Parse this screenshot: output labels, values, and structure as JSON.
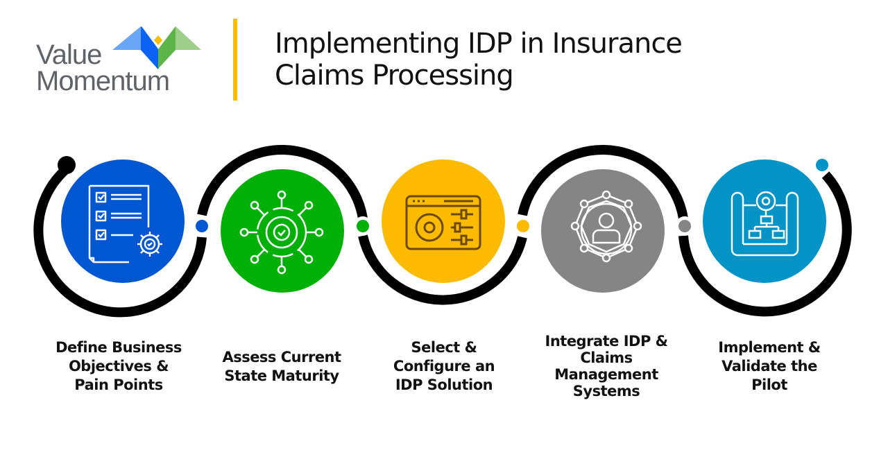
{
  "brand": {
    "line1": "Value",
    "line2": "Momentum",
    "colors": {
      "light_blue": "#6aa6f8",
      "blue": "#0b63f3",
      "yellow": "#fbbc05",
      "green": "#5db54a",
      "light_green": "#9ccf8a",
      "text": "#5f6368"
    }
  },
  "header": {
    "title_line1": "Implementing IDP in Insurance",
    "title_line2": "Claims Processing",
    "divider_color": "#fbbc05"
  },
  "steps": [
    {
      "label_lines": [
        "Define Business",
        "Objectives &",
        "Pain Points"
      ],
      "color": "#0157d1",
      "icon": "checklist-gear-icon",
      "icon_color": "#ffffff"
    },
    {
      "label_lines": [
        "Assess Current",
        "State Maturity"
      ],
      "color": "#00b007",
      "icon": "network-gear-check-icon",
      "icon_color": "#ffffff"
    },
    {
      "label_lines": [
        "Select &",
        "Configure an",
        "IDP Solution"
      ],
      "color": "#fdbb00",
      "icon": "browser-settings-icon",
      "icon_color": "#6b4a00"
    },
    {
      "label_lines": [
        "Integrate IDP &",
        "Claims",
        "Management",
        "Systems"
      ],
      "color": "#858585",
      "icon": "user-network-icon",
      "icon_color": "#ffffff"
    },
    {
      "label_lines": [
        "Implement &",
        "Validate the",
        "Pilot"
      ],
      "color": "#0394c7",
      "icon": "blueprint-gear-icon",
      "icon_color": "#ffffff"
    }
  ]
}
